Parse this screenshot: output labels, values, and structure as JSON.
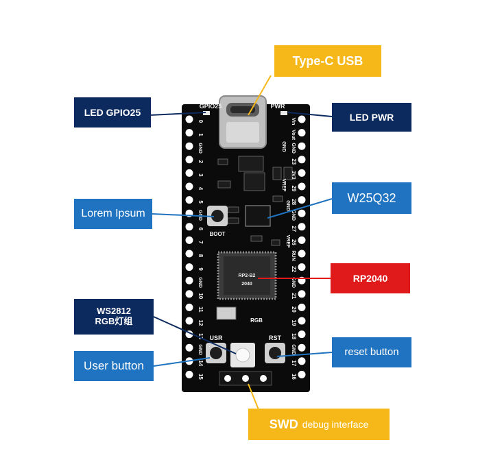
{
  "callouts": {
    "type_c_usb": "Type-C USB",
    "led_gpio25": "LED GPIO25",
    "led_pwr": "LED PWR",
    "w25q32": "W25Q32",
    "lorem_ipsum": "Lorem Ipsum",
    "rp2040": "RP2040",
    "ws2812_line1": "WS2812",
    "ws2812_line2": "RGB灯组",
    "user_button": "User button",
    "reset_button": "reset button",
    "swd_main": "SWD",
    "swd_sub": "debug interface"
  },
  "board": {
    "silk_gpio25": "GPIO25",
    "silk_pwr": "PWR",
    "silk_boot": "BOOT",
    "silk_usr": "USR",
    "silk_rgb": "RGB",
    "silk_rst": "RST",
    "chip_marking_1": "RP2-B2",
    "chip_marking_2": "2040",
    "left_pins": [
      "0",
      "1",
      "GND",
      "2",
      "3",
      "4",
      "5",
      "GND",
      "6",
      "7",
      "8",
      "9",
      "GND",
      "10",
      "11",
      "12",
      "13",
      "GND",
      "14",
      "15"
    ],
    "right_pins": [
      "Vin",
      "Vout",
      "GND",
      "23",
      "3V3",
      "29",
      "28",
      "GND",
      "27",
      "26",
      "RUN",
      "22",
      "GND",
      "21",
      "20",
      "19",
      "18",
      "GND",
      "17",
      "16"
    ],
    "inner_left": [
      "GND",
      "VREF"
    ],
    "inner_right": [
      "GND",
      "VREF"
    ]
  },
  "colors": {
    "navy": "#0d2a5e",
    "blue": "#1f73c0",
    "red": "#e01a1a",
    "yellow": "#f5b818",
    "board": "#0b0b0b"
  }
}
